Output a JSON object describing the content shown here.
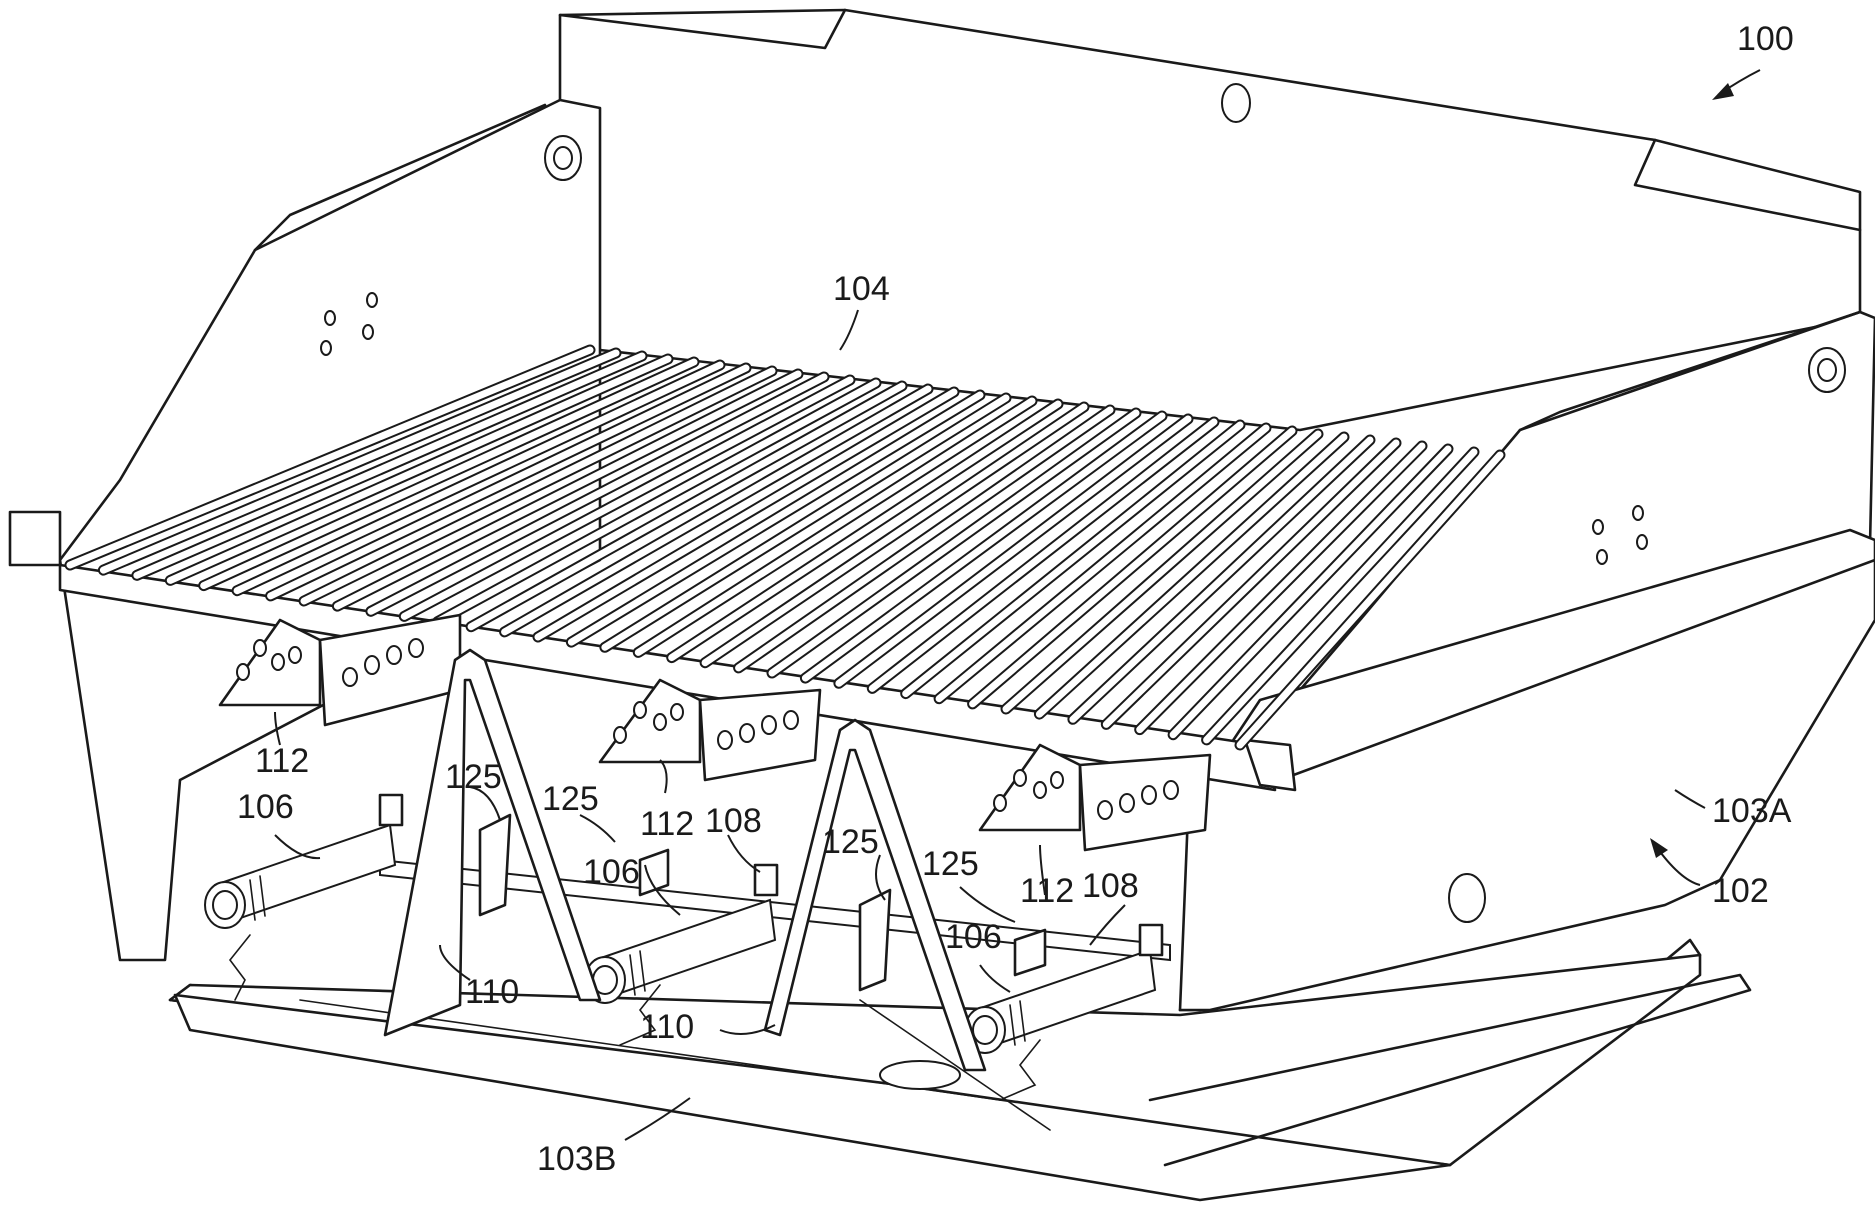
{
  "labels": {
    "ref_100": "100",
    "ref_104": "104",
    "ref_112_a": "112",
    "ref_112_b": "112",
    "ref_112_c": "112",
    "ref_106_a": "106",
    "ref_106_b": "106",
    "ref_106_c": "106",
    "ref_125_a": "125",
    "ref_125_b": "125",
    "ref_125_c": "125",
    "ref_125_d": "125",
    "ref_108_a": "108",
    "ref_108_b": "108",
    "ref_110_a": "110",
    "ref_110_b": "110",
    "ref_103A": "103A",
    "ref_102": "102",
    "ref_103B": "103B"
  }
}
